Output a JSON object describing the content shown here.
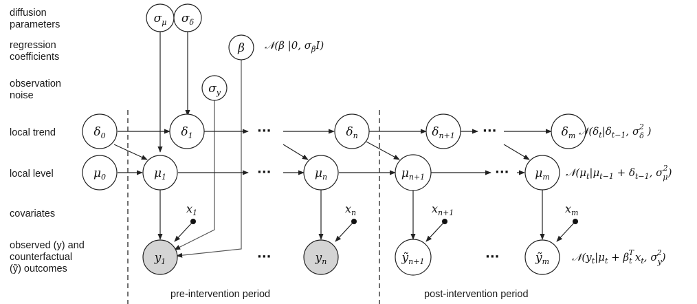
{
  "row_labels": {
    "diffusion": [
      "diffusion",
      "parameters"
    ],
    "regression": [
      "regression",
      "coefficients"
    ],
    "noise": [
      "observation",
      "noise"
    ],
    "trend": [
      "local trend"
    ],
    "level": [
      "local level"
    ],
    "covariates": [
      "covariates"
    ],
    "outcomes": [
      "observed (y) and",
      "counterfactual",
      "(ỹ) outcomes"
    ]
  },
  "periods": {
    "pre": "pre-intervention period",
    "post": "post-intervention period"
  },
  "ellipsis": "···",
  "nodes": {
    "sigma_mu": {
      "base": "σ",
      "sub": "μ"
    },
    "sigma_delta": {
      "base": "σ",
      "sub": "δ"
    },
    "beta": {
      "base": "β",
      "sub": ""
    },
    "sigma_y": {
      "base": "σ",
      "sub": "y"
    },
    "delta_0": {
      "base": "δ",
      "sub": "0"
    },
    "delta_1": {
      "base": "δ",
      "sub": "1"
    },
    "delta_n": {
      "base": "δ",
      "sub": "n"
    },
    "delta_n1": {
      "base": "δ",
      "sub": "n+1"
    },
    "delta_m": {
      "base": "δ",
      "sub": "m"
    },
    "mu_0": {
      "base": "μ",
      "sub": "0"
    },
    "mu_1": {
      "base": "μ",
      "sub": "1"
    },
    "mu_n": {
      "base": "μ",
      "sub": "n"
    },
    "mu_n1": {
      "base": "μ",
      "sub": "n+1"
    },
    "mu_m": {
      "base": "μ",
      "sub": "m"
    },
    "y_1": {
      "base": "y",
      "sub": "1",
      "observed": true
    },
    "y_n": {
      "base": "y",
      "sub": "n",
      "observed": true
    },
    "y_n1": {
      "base": "ỹ",
      "sub": "n+1",
      "observed": false
    },
    "y_m": {
      "base": "ỹ",
      "sub": "m",
      "observed": false
    }
  },
  "covariates": {
    "x_1": {
      "base": "x",
      "sub": "1"
    },
    "x_n": {
      "base": "x",
      "sub": "n"
    },
    "x_n1": {
      "base": "x",
      "sub": "n+1"
    },
    "x_m": {
      "base": "x",
      "sub": "m"
    }
  },
  "formulas": {
    "beta_prior": "𝒩(β |0, σ_β I)",
    "trend": "𝒩(δ_t | δ_{t−1}, σ_δ²)",
    "level": "𝒩(μ_t | μ_{t−1} + δ_{t−1}, σ_μ²)",
    "observation": "𝒩(y_t | μ_t + β_tᵀ x_t, σ_y²)"
  },
  "formula_parts": {
    "beta_prior": [
      "𝒩(β |0, σ",
      "β",
      "I)"
    ],
    "trend": [
      "𝒩(δ",
      "t",
      "|δ",
      "t−1",
      ", σ",
      "δ",
      "2",
      " )"
    ],
    "level": [
      "𝒩(μ",
      "t",
      "|μ",
      "t−1",
      " + δ",
      "t−1",
      ", σ",
      "μ",
      "2",
      ")"
    ],
    "observation": [
      "𝒩(y",
      "t",
      "|μ",
      "t",
      " + β",
      "t",
      "T",
      "x",
      "t",
      ", σ",
      "y",
      "2",
      ")"
    ]
  },
  "colors": {
    "observed_fill": "#d4d4d4",
    "stroke": "#222222"
  }
}
